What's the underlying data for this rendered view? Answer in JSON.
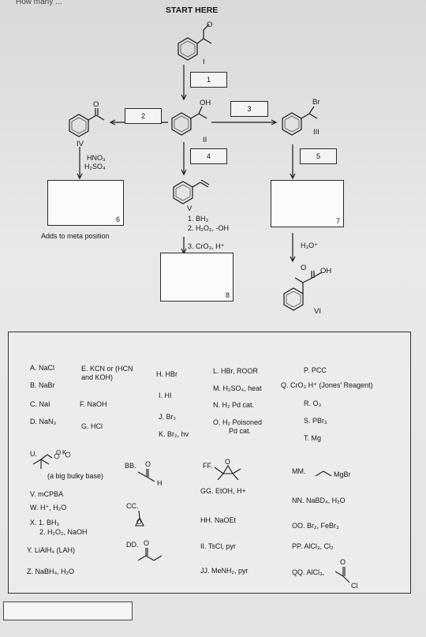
{
  "header": {
    "top_partial": "How many  ...",
    "title": "START HERE"
  },
  "compounds": {
    "I": "I",
    "II": "II",
    "III": "III",
    "IV": "IV",
    "V": "V",
    "VI": "VI",
    "labels": {
      "oh1": "OH",
      "br": "Br",
      "o1": "O",
      "o_top": "O",
      "o_acid": "O",
      "oh_acid": "OH"
    }
  },
  "steps": {
    "s1": "1",
    "s2": "2",
    "s3": "3",
    "s4": "4",
    "s5": "5",
    "s6": "6",
    "s7": "7",
    "s8": "8"
  },
  "reagents_text": {
    "hno3": "HNO₃",
    "h2so4": "H₂SO₄",
    "adds_meta": "Adds to meta position",
    "bh3": "1. BH₃",
    "h2o2": "2. H₂O₂, -OH",
    "cro3": "3.  CrO₃, H⁺",
    "h3o": "H₃O⁺"
  },
  "options": {
    "A": "A. NaCl",
    "B": "B. NaBr",
    "C": "C. NaI",
    "D": "D. NaN₃",
    "E1": "E. KCN or (HCN",
    "E2": "and KOH)",
    "F": "F. NaOH",
    "G": "G. HCl",
    "H": "H. HBr",
    "I": "I. HI",
    "J": "J. Br₂",
    "K": "K. Br₂, hv",
    "L": "L. HBr, ROOR",
    "M": "M. H₂SO₄, heat",
    "N": "N. H₂ Pd cat.",
    "O1": "O. H₂ Poisoned",
    "O2": "Pd cat.",
    "P": "P. PCC",
    "Q": "Q. CrO₃ H⁺ (Jones' Reagent)",
    "R": "R. O₃",
    "S": "S. PBr₃",
    "T": "T. Mg",
    "U": "U.",
    "U_note": "(a big bulky base)",
    "U_k": "K",
    "U_o": "O",
    "V": "V. mCPBA",
    "W": "W. H⁺, H₂O",
    "X1": "X. 1. BH₃",
    "X2": "2. H₂O₂, NaOH",
    "Y": "Y. LiAlH₄ (LAH)",
    "Z": "Z. NaBH₄, H₂O",
    "BB": "BB.",
    "BB_o": "O",
    "BB_h": "H",
    "CC": "CC.",
    "CC_o": "O",
    "DD": "DD.",
    "DD_o": "O",
    "FF": "FF.",
    "FF_o": "O",
    "GG": "GG. EtOH, H+",
    "HH": "HH. NaOEt",
    "II": "II. TsCl, pyr",
    "JJ": "JJ. MeNH₂, pyr",
    "MM": "MM.",
    "MM_mgbr": "MgBr",
    "NN": "NN. NaBD₄, H₂O",
    "OO": "OO. Br₂, FeBr₃",
    "PP": "PP. AlCl₃, Cl₂",
    "QQ": "QQ. AlCl₃,",
    "QQ_o": "O",
    "QQ_cl": "Cl"
  }
}
